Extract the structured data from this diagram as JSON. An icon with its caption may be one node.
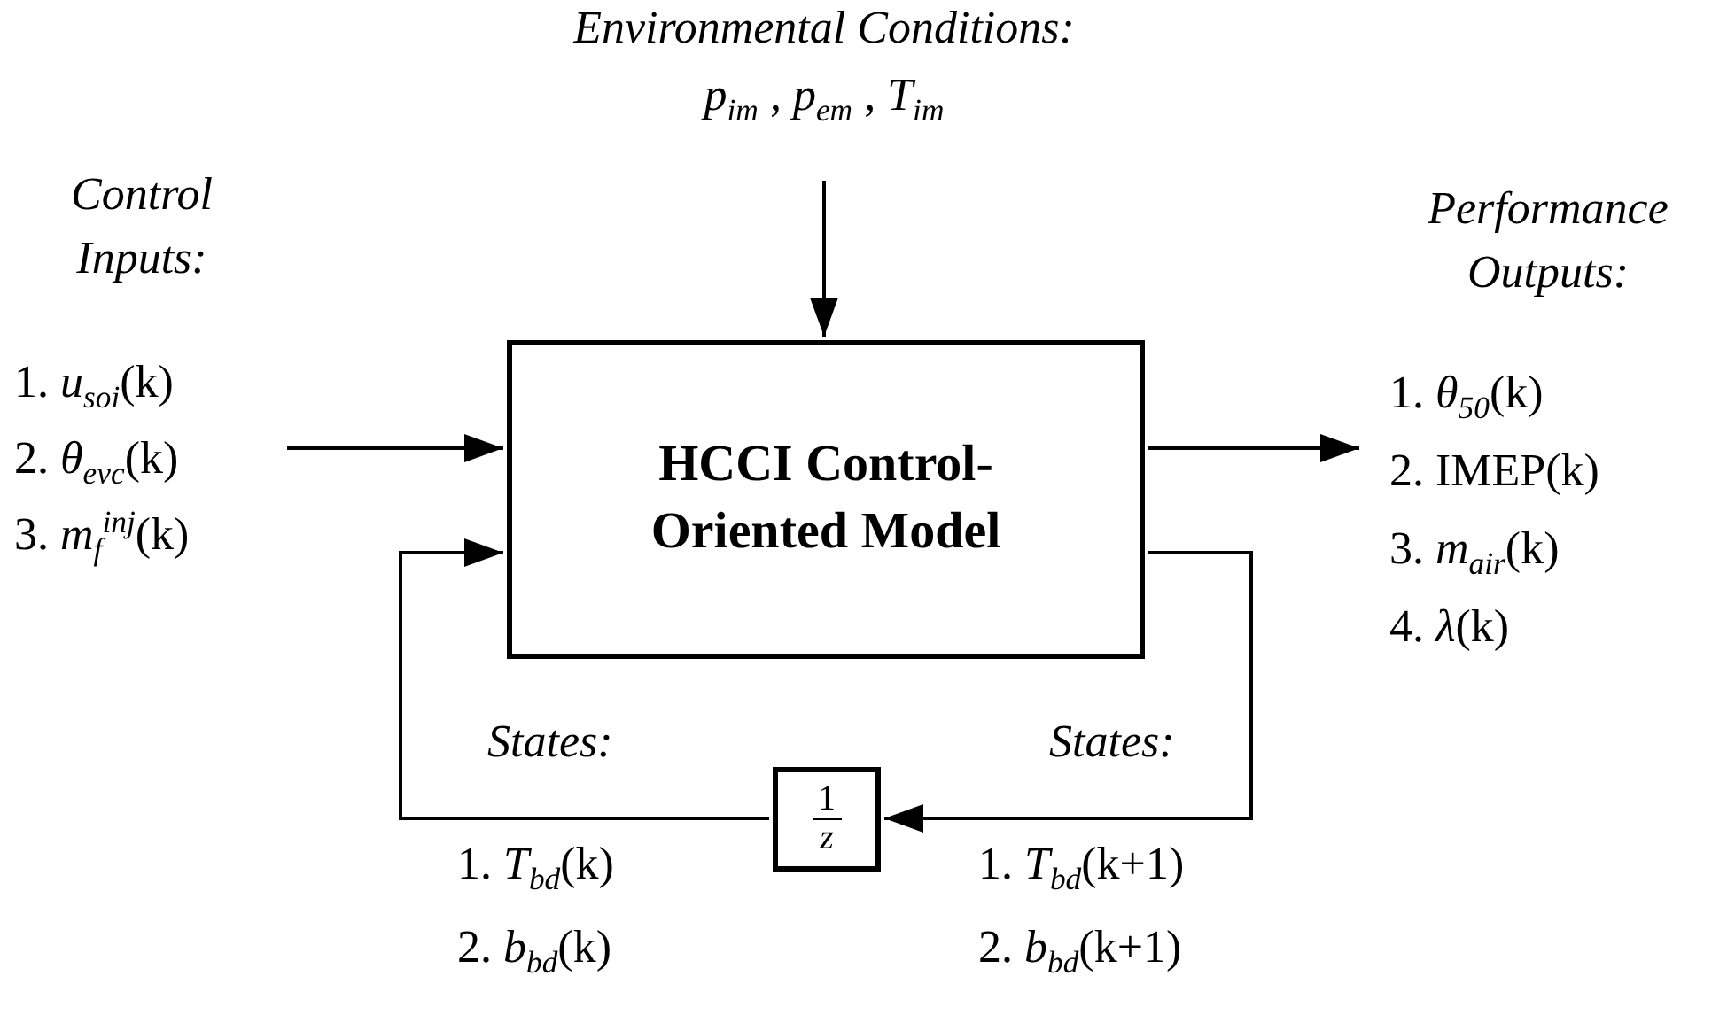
{
  "diagram": {
    "nodes": [
      {
        "text": [
          "Environmental Conditions:",
          "*p*$_{im}$ , *p*$_{em}$ , *T*$_{im}$"
        ]
      },
      {
        "text": [
          "Control Inputs:",
          "1. *u*$_{soi}$(k)",
          "2. *θ*$_{evc}$(k)",
          "3. *m*$_{f}$$^{inj}$(k)"
        ]
      },
      {
        "text": [
          "HCCI Control-Oriented Model"
        ]
      },
      {
        "text": [
          "Performance Outputs:",
          "1. *θ*$_{50}$(k)",
          "2. IMEP(k)",
          "3. *m*$_{air}$(k)",
          "4. *λ*(k)"
        ]
      },
      {
        "text": [
          "1",
          "z"
        ]
      }
    ],
    "edges": [
      {
        "from": 0,
        "to": 2,
        "arrow": "to"
      },
      {
        "from": 1,
        "to": 2,
        "arrow": "to"
      },
      {
        "from": 2,
        "to": 3,
        "arrow": "to"
      },
      {
        "from": 2,
        "to": 4,
        "arrow": "to"
      },
      {
        "from": 4,
        "to": 2,
        "arrow": "to"
      }
    ],
    "labels": [
      "States:",
      "States:",
      "1. *T*$_{bd}$(k)",
      "1. *T*$_{bd}$(k+1)",
      "2. *b*$_{bd}$(k)",
      "2. *b*$_{bd}$(k+1)"
    ]
  }
}
